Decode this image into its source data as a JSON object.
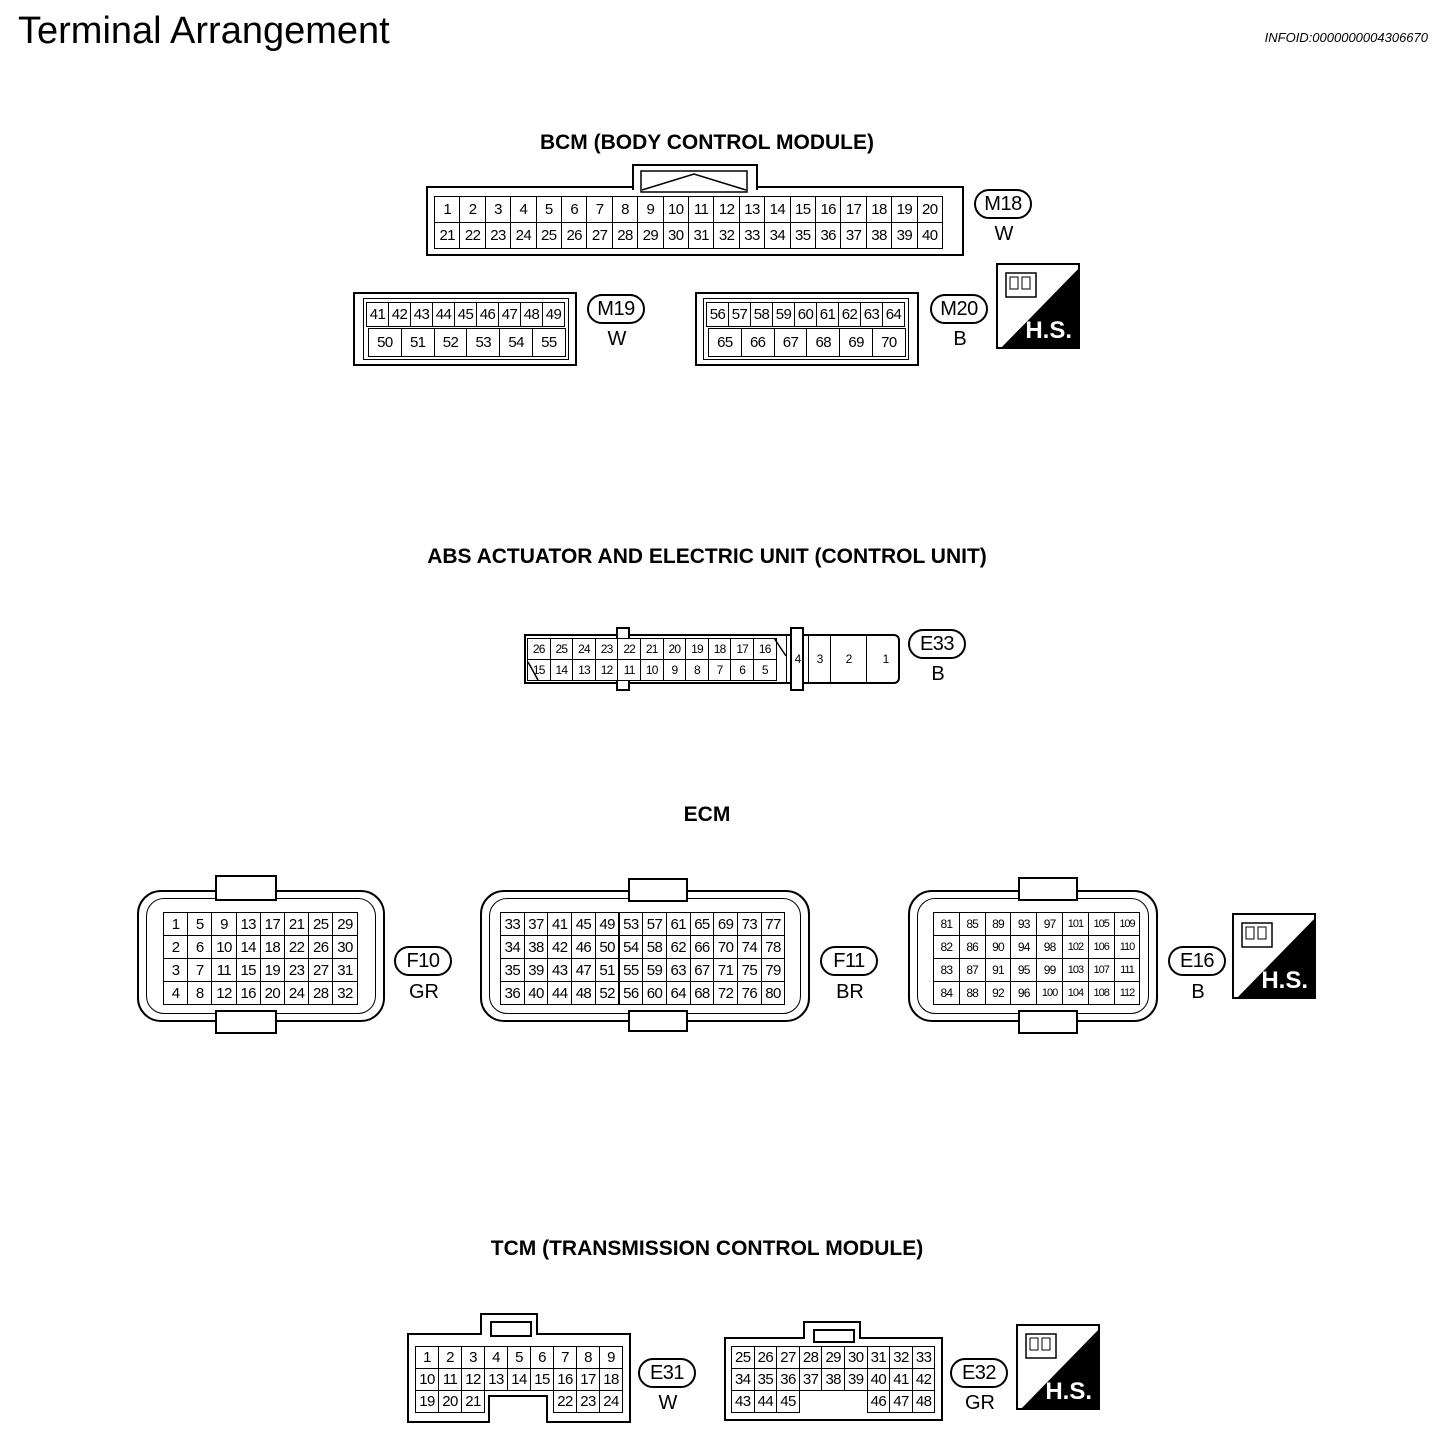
{
  "page": {
    "title": "Terminal Arrangement",
    "info_id": "INFOID:0000000004306670"
  },
  "hs_label": "H.S.",
  "sections": {
    "bcm": "BCM (BODY CONTROL MODULE)",
    "abs": "ABS ACTUATOR AND ELECTRIC UNIT (CONTROL UNIT)",
    "ecm": "ECM",
    "tcm": "TCM (TRANSMISSION CONTROL MODULE)"
  },
  "connectors": {
    "M18": {
      "id": "M18",
      "color": "W",
      "rows": [
        [
          "1",
          "2",
          "3",
          "4",
          "5",
          "6",
          "7",
          "8",
          "9",
          "10",
          "11",
          "12",
          "13",
          "14",
          "15",
          "16",
          "17",
          "18",
          "19",
          "20"
        ],
        [
          "21",
          "22",
          "23",
          "24",
          "25",
          "26",
          "27",
          "28",
          "29",
          "30",
          "31",
          "32",
          "33",
          "34",
          "35",
          "36",
          "37",
          "38",
          "39",
          "40"
        ]
      ]
    },
    "M19": {
      "id": "M19",
      "color": "W",
      "rows": [
        [
          "41",
          "42",
          "43",
          "44",
          "45",
          "46",
          "47",
          "48",
          "49"
        ],
        [
          "50",
          "51",
          "52",
          "53",
          "54",
          "55"
        ]
      ]
    },
    "M20": {
      "id": "M20",
      "color": "B",
      "rows": [
        [
          "56",
          "57",
          "58",
          "59",
          "60",
          "61",
          "62",
          "63",
          "64"
        ],
        [
          "65",
          "66",
          "67",
          "68",
          "69",
          "70"
        ]
      ]
    },
    "E33": {
      "id": "E33",
      "color": "B",
      "rows": [
        [
          "26",
          "25",
          "24",
          "23",
          "22",
          "21",
          "20",
          "19",
          "18",
          "17",
          "16"
        ],
        [
          "15",
          "14",
          "13",
          "12",
          "11",
          "10",
          "9",
          "8",
          "7",
          "6",
          "5"
        ]
      ],
      "big": [
        "4",
        "3",
        "2",
        "1"
      ]
    },
    "F10": {
      "id": "F10",
      "color": "GR",
      "rows": [
        [
          "1",
          "5",
          "9",
          "13",
          "17",
          "21",
          "25",
          "29"
        ],
        [
          "2",
          "6",
          "10",
          "14",
          "18",
          "22",
          "26",
          "30"
        ],
        [
          "3",
          "7",
          "11",
          "15",
          "19",
          "23",
          "27",
          "31"
        ],
        [
          "4",
          "8",
          "12",
          "16",
          "20",
          "24",
          "28",
          "32"
        ]
      ]
    },
    "F11": {
      "id": "F11",
      "color": "BR",
      "rows": [
        [
          "33",
          "37",
          "41",
          "45",
          "49",
          "53",
          "57",
          "61",
          "65",
          "69",
          "73",
          "77"
        ],
        [
          "34",
          "38",
          "42",
          "46",
          "50",
          "54",
          "58",
          "62",
          "66",
          "70",
          "74",
          "78"
        ],
        [
          "35",
          "39",
          "43",
          "47",
          "51",
          "55",
          "59",
          "63",
          "67",
          "71",
          "75",
          "79"
        ],
        [
          "36",
          "40",
          "44",
          "48",
          "52",
          "56",
          "60",
          "64",
          "68",
          "72",
          "76",
          "80"
        ]
      ]
    },
    "E16": {
      "id": "E16",
      "color": "B",
      "rows": [
        [
          "81",
          "85",
          "89",
          "93",
          "97",
          "101",
          "105",
          "109"
        ],
        [
          "82",
          "86",
          "90",
          "94",
          "98",
          "102",
          "106",
          "110"
        ],
        [
          "83",
          "87",
          "91",
          "95",
          "99",
          "103",
          "107",
          "111"
        ],
        [
          "84",
          "88",
          "92",
          "96",
          "100",
          "104",
          "108",
          "112"
        ]
      ]
    },
    "E31": {
      "id": "E31",
      "color": "W",
      "rows": [
        [
          "1",
          "2",
          "3",
          "4",
          "5",
          "6",
          "7",
          "8",
          "9"
        ],
        [
          "10",
          "11",
          "12",
          "13",
          "14",
          "15",
          "16",
          "17",
          "18"
        ],
        [
          "19",
          "20",
          "21",
          "",
          "",
          "",
          "22",
          "23",
          "24"
        ]
      ]
    },
    "E32": {
      "id": "E32",
      "color": "GR",
      "rows": [
        [
          "25",
          "26",
          "27",
          "28",
          "29",
          "30",
          "31",
          "32",
          "33"
        ],
        [
          "34",
          "35",
          "36",
          "37",
          "38",
          "39",
          "40",
          "41",
          "42"
        ],
        [
          "43",
          "44",
          "45",
          "",
          "",
          "",
          "46",
          "47",
          "48"
        ]
      ]
    }
  }
}
